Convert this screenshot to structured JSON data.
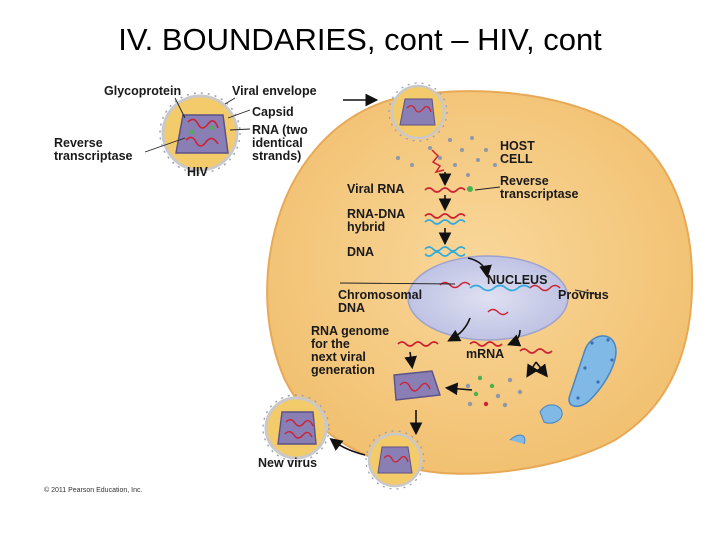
{
  "slide": {
    "title": "IV. BOUNDARIES, cont – HIV, cont"
  },
  "labels": {
    "glycoprotein": "Glycoprotein",
    "viral_envelope": "Viral envelope",
    "capsid": "Capsid",
    "rna_line1": "RNA (two",
    "rna_line2": "identical",
    "rna_line3": "strands)",
    "rt_left_line1": "Reverse",
    "rt_left_line2": "transcriptase",
    "hiv": "HIV",
    "host_line1": "HOST",
    "host_line2": "CELL",
    "viral_rna": "Viral RNA",
    "rt_right_line1": "Reverse",
    "rt_right_line2": "transcriptase",
    "rnadna_line1": "RNA-DNA",
    "rnadna_line2": "hybrid",
    "dna": "DNA",
    "nucleus": "NUCLEUS",
    "chrom_line1": "Chromosomal",
    "chrom_line2": "DNA",
    "provirus": "Provirus",
    "genome_line1": "RNA genome",
    "genome_line2": "for the",
    "genome_line3": "next viral",
    "genome_line4": "generation",
    "mrna": "mRNA",
    "new_virus": "New virus",
    "copyright": "© 2011 Pearson Education, Inc."
  },
  "colors": {
    "cell": "#f5c577",
    "cell_edge": "#e0a24c",
    "nucleus": "#cdd0ea",
    "virion_core": "#8a7fb5",
    "virion_shell": "#f2c96a",
    "rna": "#cc2233",
    "dna": "#33aadd",
    "vesicle": "#7fb8e6"
  }
}
